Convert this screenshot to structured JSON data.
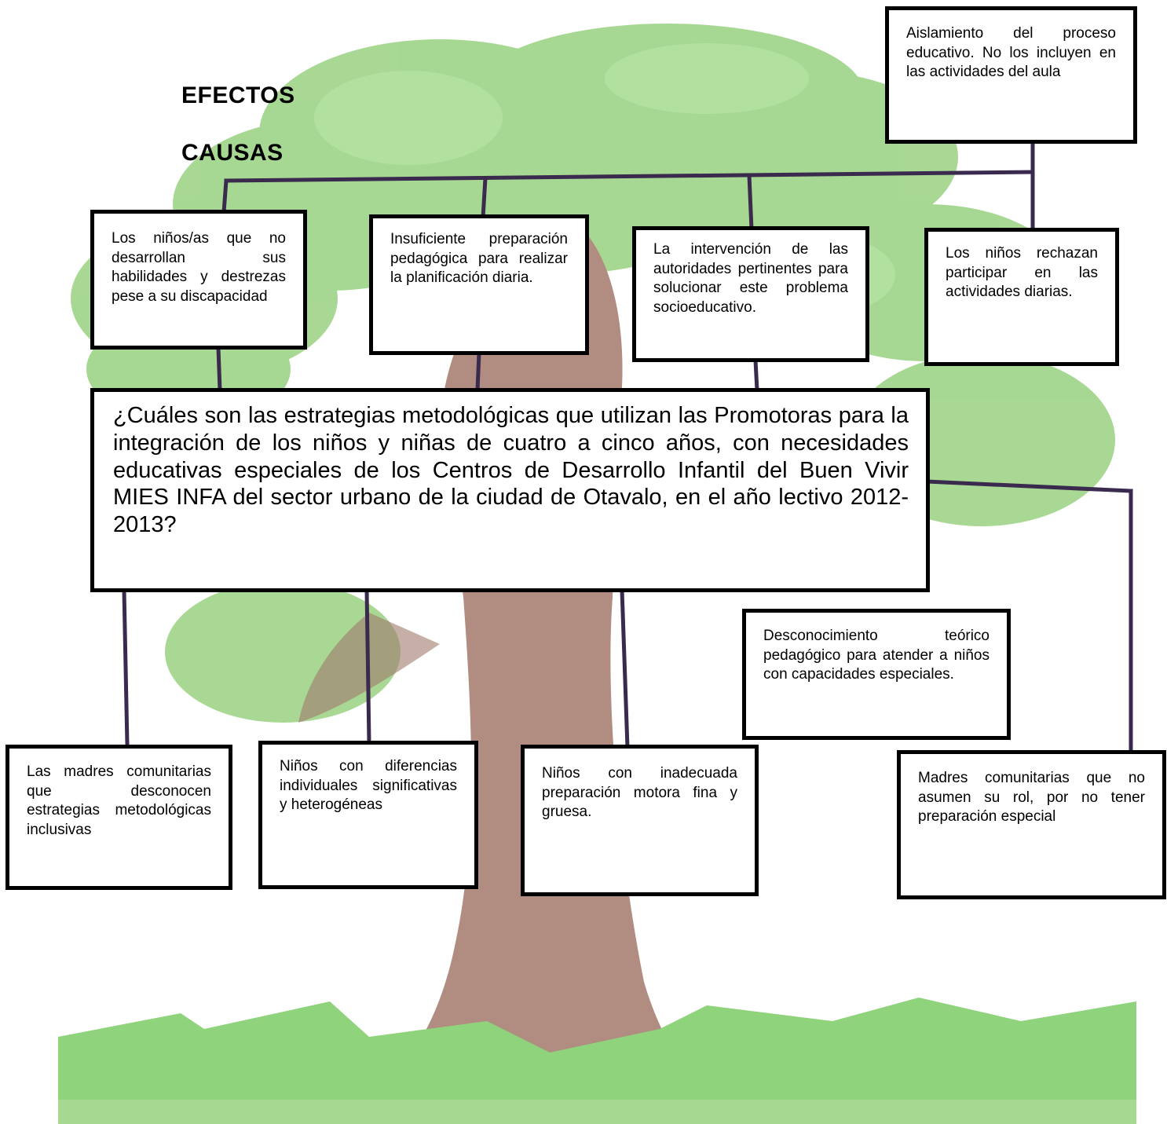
{
  "headings": {
    "effects": "EFECTOS",
    "causes": "CAUSAS"
  },
  "effects": [
    "Aislamiento del proceso educativo. No los incluyen en las actividades del aula",
    "Los niños/as que no desarrollan sus habilidades y destrezas pese a su discapacidad",
    "Insuficiente preparación pedagógica para realizar la planificación diaria.",
    "La intervención de las autoridades pertinentes para solucionar este problema socioeducativo.",
    "Los niños rechazan participar en las actividades diarias."
  ],
  "problem": "¿Cuáles son las estrategias metodológicas que utilizan las Promotoras para la integración de los niños y niñas de cuatro a cinco años, con necesidades educativas especiales de los Centros de Desarrollo Infantil del Buen Vivir MIES INFA del sector urbano de la ciudad de Otavalo, en el año lectivo 2012-2013?",
  "causes": [
    "Desconocimiento teórico pedagógico para atender a niños con capacidades especiales.",
    "Las madres comunitarias que desconocen estrategias metodológicas inclusivas",
    "Niños con diferencias individuales significativas y heterogéneas",
    "Niños con inadecuada preparación motora fina y gruesa.",
    "Madres comunitarias que no asumen su rol, por no tener preparación especial"
  ],
  "colors": {
    "foliage": "#8fd07a",
    "foliage_light": "#a9dc96",
    "trunk": "#b08a7c",
    "grass": "#8ed47a",
    "connector": "#3a2a4e",
    "border": "#000000"
  }
}
